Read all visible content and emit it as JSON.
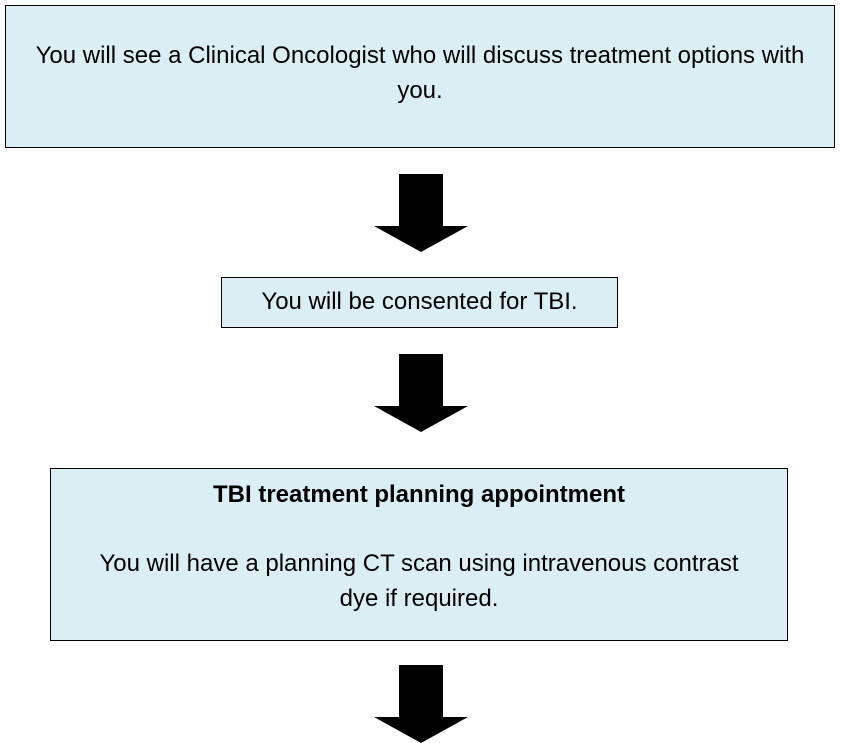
{
  "flowchart": {
    "steps": [
      {
        "text": "You will see a Clinical Oncologist who will discuss treatment options with you."
      },
      {
        "text": "You will be consented for TBI."
      },
      {
        "heading": "TBI treatment planning appointment",
        "text": "You will have a planning CT scan using intravenous contrast dye if required."
      }
    ],
    "colors": {
      "box_fill": "#dbeef4",
      "box_border": "#000000",
      "arrow": "#000000"
    },
    "arrow_icon": "down-arrow-icon"
  }
}
